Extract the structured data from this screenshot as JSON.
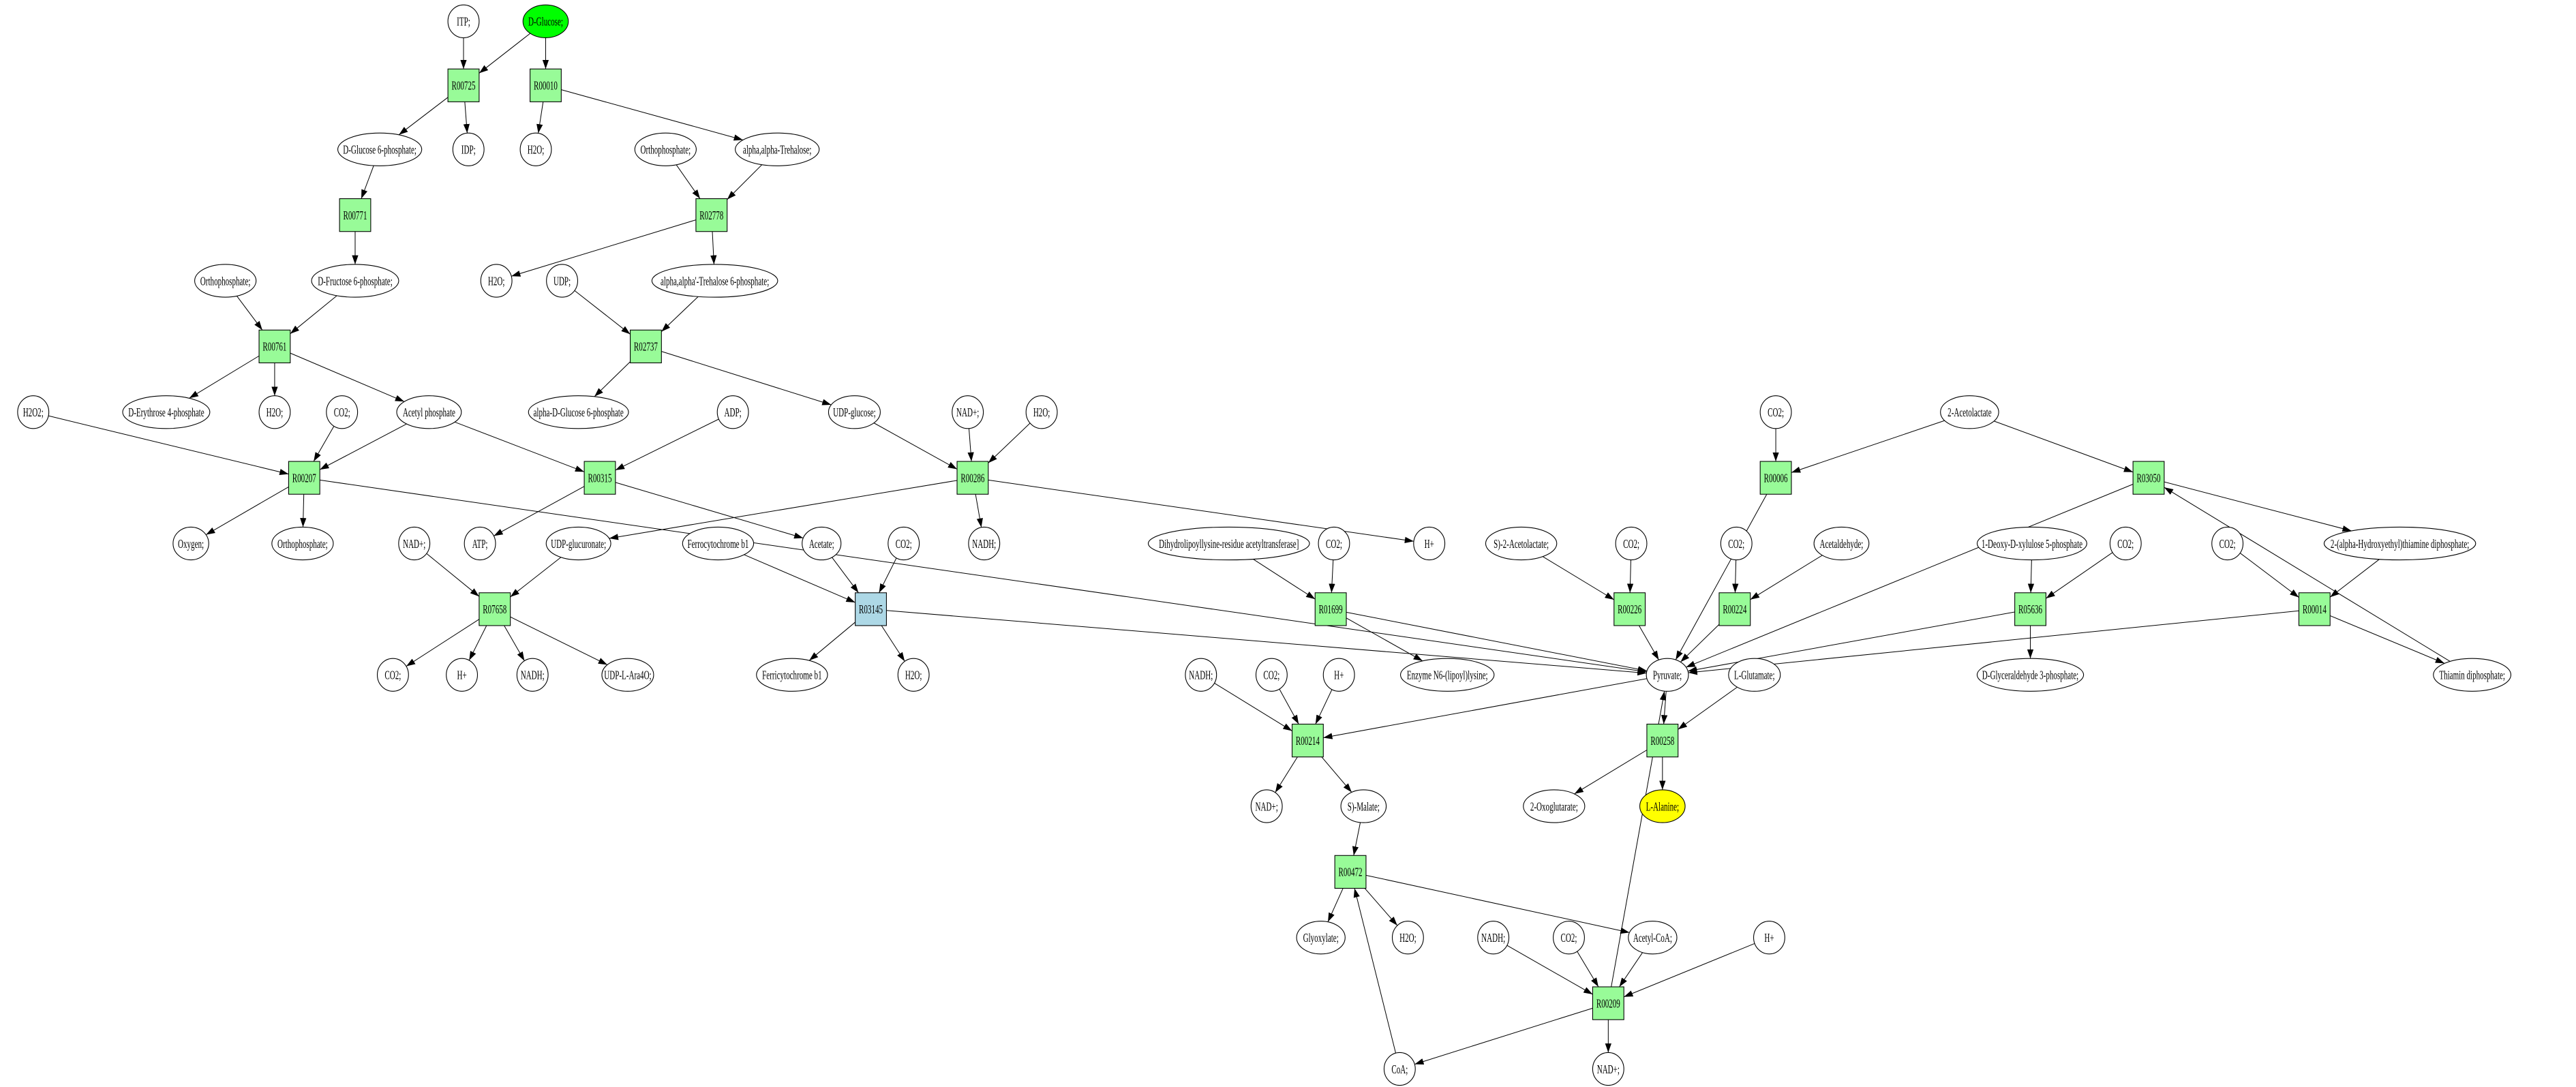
{
  "colors": {
    "reaction": "#98fb98",
    "reaction_alt": "#add8e6",
    "start": "#00ff00",
    "target": "#ffff00",
    "compound": "#ffffff"
  },
  "nodes": [
    {
      "id": "itp",
      "label": "ITP;",
      "kind": "compound"
    },
    {
      "id": "dglc",
      "label": "D-Glucose;",
      "kind": "start"
    },
    {
      "id": "R00725",
      "label": "R00725",
      "kind": "reaction"
    },
    {
      "id": "R00010",
      "label": "R00010",
      "kind": "reaction"
    },
    {
      "id": "g6p",
      "label": "D-Glucose 6-phosphate;",
      "kind": "compound"
    },
    {
      "id": "idp",
      "label": "IDP;",
      "kind": "compound"
    },
    {
      "id": "h2o_a",
      "label": "H2O;",
      "kind": "compound"
    },
    {
      "id": "pi_a",
      "label": "Orthophosphate;",
      "kind": "compound"
    },
    {
      "id": "treh",
      "label": "alpha,alpha-Trehalose;",
      "kind": "compound"
    },
    {
      "id": "R00771",
      "label": "R00771",
      "kind": "reaction"
    },
    {
      "id": "R02778",
      "label": "R02778",
      "kind": "reaction"
    },
    {
      "id": "pi_b",
      "label": "Orthophosphate;",
      "kind": "compound"
    },
    {
      "id": "f6p",
      "label": "D-Fructose 6-phosphate;",
      "kind": "compound"
    },
    {
      "id": "h2o_b",
      "label": "H2O;",
      "kind": "compound"
    },
    {
      "id": "udp",
      "label": "UDP;",
      "kind": "compound"
    },
    {
      "id": "t6p",
      "label": "alpha,alpha'-Trehalose 6-phosphate;",
      "kind": "compound"
    },
    {
      "id": "R00761",
      "label": "R00761",
      "kind": "reaction"
    },
    {
      "id": "R02737",
      "label": "R02737",
      "kind": "reaction"
    },
    {
      "id": "h2o2",
      "label": "H2O2;",
      "kind": "compound"
    },
    {
      "id": "e4p",
      "label": "D-Erythrose 4-phosphate",
      "kind": "compound"
    },
    {
      "id": "h2o_c",
      "label": "H2O;",
      "kind": "compound"
    },
    {
      "id": "co2_a",
      "label": "CO2;",
      "kind": "compound"
    },
    {
      "id": "acp",
      "label": "Acetyl phosphate",
      "kind": "compound"
    },
    {
      "id": "ag6p",
      "label": "alpha-D-Glucose 6-phosphate",
      "kind": "compound"
    },
    {
      "id": "adp",
      "label": "ADP;",
      "kind": "compound"
    },
    {
      "id": "udpglc",
      "label": "UDP-glucose;",
      "kind": "compound"
    },
    {
      "id": "nad_a",
      "label": "NAD+;",
      "kind": "compound"
    },
    {
      "id": "h2o_d",
      "label": "H2O;",
      "kind": "compound"
    },
    {
      "id": "co2_b",
      "label": "CO2;",
      "kind": "compound"
    },
    {
      "id": "acl",
      "label": "2-Acetolactate",
      "kind": "compound"
    },
    {
      "id": "R00207",
      "label": "R00207",
      "kind": "reaction"
    },
    {
      "id": "R00315",
      "label": "R00315",
      "kind": "reaction"
    },
    {
      "id": "R00286",
      "label": "R00286",
      "kind": "reaction"
    },
    {
      "id": "R00006",
      "label": "R00006",
      "kind": "reaction"
    },
    {
      "id": "R03050",
      "label": "R03050",
      "kind": "reaction"
    },
    {
      "id": "oxy",
      "label": "Oxygen;",
      "kind": "compound"
    },
    {
      "id": "pi_c",
      "label": "Orthophosphate;",
      "kind": "compound"
    },
    {
      "id": "nad_b",
      "label": "NAD+;",
      "kind": "compound"
    },
    {
      "id": "atp",
      "label": "ATP;",
      "kind": "compound"
    },
    {
      "id": "udpglca",
      "label": "UDP-glucuronate;",
      "kind": "compound"
    },
    {
      "id": "ferro",
      "label": "Ferrocytochrome b1",
      "kind": "compound"
    },
    {
      "id": "acet",
      "label": "Acetate;",
      "kind": "compound"
    },
    {
      "id": "co2_c",
      "label": "CO2;",
      "kind": "compound"
    },
    {
      "id": "nadh_a",
      "label": "NADH;",
      "kind": "compound"
    },
    {
      "id": "dlat",
      "label": "Dihydrolipoyllysine-residue acetyltransferase]",
      "kind": "compound"
    },
    {
      "id": "co2_d",
      "label": "CO2;",
      "kind": "compound"
    },
    {
      "id": "h_a",
      "label": "H+",
      "kind": "compound"
    },
    {
      "id": "sacl",
      "label": "S)-2-Acetolactate;",
      "kind": "compound"
    },
    {
      "id": "co2_e",
      "label": "CO2;",
      "kind": "compound"
    },
    {
      "id": "co2_f",
      "label": "CO2;",
      "kind": "compound"
    },
    {
      "id": "acald",
      "label": "Acetaldehyde;",
      "kind": "compound"
    },
    {
      "id": "dxp",
      "label": "1-Deoxy-D-xylulose 5-phosphate",
      "kind": "compound"
    },
    {
      "id": "co2_g",
      "label": "CO2;",
      "kind": "compound"
    },
    {
      "id": "co2_h",
      "label": "CO2;",
      "kind": "compound"
    },
    {
      "id": "hetpp",
      "label": "2-(alpha-Hydroxyethyl)thiamine diphosphate;",
      "kind": "compound"
    },
    {
      "id": "R07658",
      "label": "R07658",
      "kind": "reaction"
    },
    {
      "id": "R03145",
      "label": "R03145",
      "kind": "reaction_alt"
    },
    {
      "id": "R01699",
      "label": "R01699",
      "kind": "reaction"
    },
    {
      "id": "R00226",
      "label": "R00226",
      "kind": "reaction"
    },
    {
      "id": "R00224",
      "label": "R00224",
      "kind": "reaction"
    },
    {
      "id": "R05636",
      "label": "R05636",
      "kind": "reaction"
    },
    {
      "id": "R00014",
      "label": "R00014",
      "kind": "reaction"
    },
    {
      "id": "co2_i",
      "label": "CO2;",
      "kind": "compound"
    },
    {
      "id": "h_b",
      "label": "H+",
      "kind": "compound"
    },
    {
      "id": "nadh_b",
      "label": "NADH;",
      "kind": "compound"
    },
    {
      "id": "udpara",
      "label": "UDP-L-Ara4O;",
      "kind": "compound"
    },
    {
      "id": "ferri",
      "label": "Ferricytochrome b1",
      "kind": "compound"
    },
    {
      "id": "h2o_e",
      "label": "H2O;",
      "kind": "compound"
    },
    {
      "id": "nadh_c",
      "label": "NADH;",
      "kind": "compound"
    },
    {
      "id": "co2_j",
      "label": "CO2;",
      "kind": "compound"
    },
    {
      "id": "h_c",
      "label": "H+",
      "kind": "compound"
    },
    {
      "id": "enzn6",
      "label": "Enzyme N6-(lipoyl)lysine;",
      "kind": "compound"
    },
    {
      "id": "pyr",
      "label": "Pyruvate;",
      "kind": "compound"
    },
    {
      "id": "glu",
      "label": "L-Glutamate;",
      "kind": "compound"
    },
    {
      "id": "gap",
      "label": "D-Glyceraldehyde 3-phosphate;",
      "kind": "compound"
    },
    {
      "id": "thpp",
      "label": "Thiamin diphosphate;",
      "kind": "compound"
    },
    {
      "id": "R00214",
      "label": "R00214",
      "kind": "reaction"
    },
    {
      "id": "R00258",
      "label": "R00258",
      "kind": "reaction"
    },
    {
      "id": "nad_c",
      "label": "NAD+;",
      "kind": "compound"
    },
    {
      "id": "mal",
      "label": "S)-Malate;",
      "kind": "compound"
    },
    {
      "id": "og",
      "label": "2-Oxoglutarate;",
      "kind": "compound"
    },
    {
      "id": "ala",
      "label": "L-Alanine;",
      "kind": "target"
    },
    {
      "id": "R00472",
      "label": "R00472",
      "kind": "reaction"
    },
    {
      "id": "glyox",
      "label": "Glyoxylate;",
      "kind": "compound"
    },
    {
      "id": "h2o_f",
      "label": "H2O;",
      "kind": "compound"
    },
    {
      "id": "nadh_d",
      "label": "NADH;",
      "kind": "compound"
    },
    {
      "id": "co2_k",
      "label": "CO2;",
      "kind": "compound"
    },
    {
      "id": "accoa",
      "label": "Acetyl-CoA;",
      "kind": "compound"
    },
    {
      "id": "h_d",
      "label": "H+",
      "kind": "compound"
    },
    {
      "id": "R00209",
      "label": "R00209",
      "kind": "reaction"
    },
    {
      "id": "coa",
      "label": "CoA;",
      "kind": "compound"
    },
    {
      "id": "nad_d",
      "label": "NAD+;",
      "kind": "compound"
    }
  ],
  "edges": [
    [
      "itp",
      "R00725"
    ],
    [
      "dglc",
      "R00725"
    ],
    [
      "dglc",
      "R00010"
    ],
    [
      "R00725",
      "g6p"
    ],
    [
      "R00725",
      "idp"
    ],
    [
      "R00010",
      "h2o_a"
    ],
    [
      "R00010",
      "treh"
    ],
    [
      "g6p",
      "R00771"
    ],
    [
      "pi_a",
      "R02778"
    ],
    [
      "treh",
      "R02778"
    ],
    [
      "R00771",
      "f6p"
    ],
    [
      "R02778",
      "h2o_b"
    ],
    [
      "R02778",
      "t6p"
    ],
    [
      "pi_b",
      "R00761"
    ],
    [
      "f6p",
      "R00761"
    ],
    [
      "udp",
      "R02737"
    ],
    [
      "t6p",
      "R02737"
    ],
    [
      "R00761",
      "e4p"
    ],
    [
      "R00761",
      "h2o_c"
    ],
    [
      "R00761",
      "acp"
    ],
    [
      "R02737",
      "ag6p"
    ],
    [
      "R02737",
      "udpglc"
    ],
    [
      "h2o2",
      "R00207"
    ],
    [
      "co2_a",
      "R00207"
    ],
    [
      "acp",
      "R00207"
    ],
    [
      "acp",
      "R00315"
    ],
    [
      "adp",
      "R00315"
    ],
    [
      "udpglc",
      "R00286"
    ],
    [
      "nad_a",
      "R00286"
    ],
    [
      "h2o_d",
      "R00286"
    ],
    [
      "co2_b",
      "R00006"
    ],
    [
      "acl",
      "R00006"
    ],
    [
      "acl",
      "R03050"
    ],
    [
      "R00207",
      "oxy"
    ],
    [
      "R00207",
      "pi_c"
    ],
    [
      "R00207",
      "pyr"
    ],
    [
      "R00315",
      "atp"
    ],
    [
      "R00315",
      "acet"
    ],
    [
      "R00286",
      "udpglca"
    ],
    [
      "R00286",
      "nadh_a"
    ],
    [
      "R00286",
      "h_a"
    ],
    [
      "R00006",
      "pyr"
    ],
    [
      "R03050",
      "pyr"
    ],
    [
      "R03050",
      "hetpp"
    ],
    [
      "thpp",
      "R03050"
    ],
    [
      "nad_b",
      "R07658"
    ],
    [
      "udpglca",
      "R07658"
    ],
    [
      "ferro",
      "R03145"
    ],
    [
      "acet",
      "R03145"
    ],
    [
      "co2_c",
      "R03145"
    ],
    [
      "dlat",
      "R01699"
    ],
    [
      "co2_d",
      "R01699"
    ],
    [
      "sacl",
      "R00226"
    ],
    [
      "co2_e",
      "R00226"
    ],
    [
      "co2_f",
      "R00224"
    ],
    [
      "acald",
      "R00224"
    ],
    [
      "dxp",
      "R05636"
    ],
    [
      "co2_g",
      "R05636"
    ],
    [
      "co2_h",
      "R00014"
    ],
    [
      "hetpp",
      "R00014"
    ],
    [
      "R07658",
      "co2_i"
    ],
    [
      "R07658",
      "h_b"
    ],
    [
      "R07658",
      "nadh_b"
    ],
    [
      "R07658",
      "udpara"
    ],
    [
      "R03145",
      "ferri"
    ],
    [
      "R03145",
      "h2o_e"
    ],
    [
      "R03145",
      "pyr"
    ],
    [
      "R01699",
      "pyr"
    ],
    [
      "R01699",
      "enzn6"
    ],
    [
      "R00226",
      "pyr"
    ],
    [
      "R00224",
      "pyr"
    ],
    [
      "R05636",
      "pyr"
    ],
    [
      "R05636",
      "gap"
    ],
    [
      "R00014",
      "pyr"
    ],
    [
      "R00014",
      "thpp"
    ],
    [
      "pyr",
      "R00214"
    ],
    [
      "pyr",
      "R00258"
    ],
    [
      "glu",
      "R00258"
    ],
    [
      "nadh_c",
      "R00214"
    ],
    [
      "co2_j",
      "R00214"
    ],
    [
      "h_c",
      "R00214"
    ],
    [
      "R00214",
      "nad_c"
    ],
    [
      "R00214",
      "mal"
    ],
    [
      "R00258",
      "og"
    ],
    [
      "R00258",
      "ala"
    ],
    [
      "mal",
      "R00472"
    ],
    [
      "R00472",
      "glyox"
    ],
    [
      "R00472",
      "h2o_f"
    ],
    [
      "R00472",
      "accoa"
    ],
    [
      "coa",
      "R00472"
    ],
    [
      "nadh_d",
      "R00209"
    ],
    [
      "co2_k",
      "R00209"
    ],
    [
      "accoa",
      "R00209"
    ],
    [
      "h_d",
      "R00209"
    ],
    [
      "R00209",
      "coa"
    ],
    [
      "R00209",
      "nad_d"
    ],
    [
      "R00209",
      "pyr"
    ]
  ]
}
